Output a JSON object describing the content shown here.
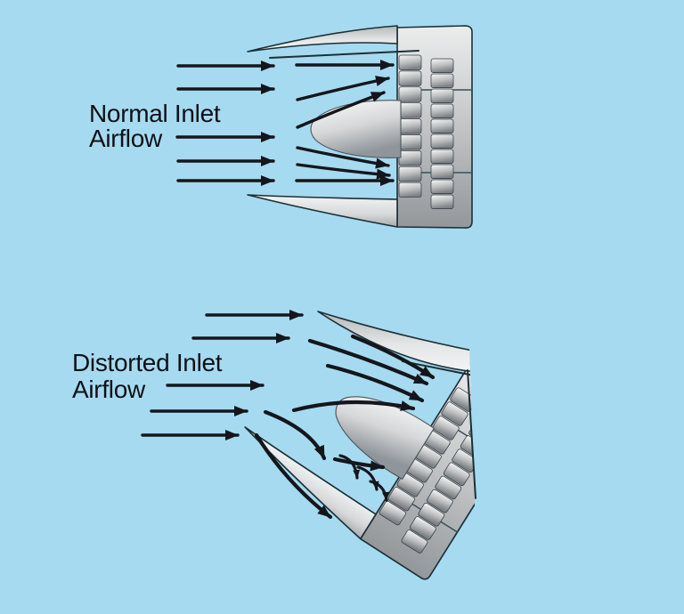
{
  "labels": {
    "normal": {
      "line1": "Normal Inlet",
      "line2": "Airflow"
    },
    "distorted": {
      "line1": "Distorted Inlet",
      "line2": "Airflow"
    }
  },
  "colors": {
    "background": "#a6daf0",
    "outline": "#1c3038",
    "arrow": "#14161c",
    "text": "#0e1116",
    "metal_light": "#f2f3f4",
    "metal_mid": "#c2c4c6",
    "metal_dark": "#989b9e"
  },
  "icons": {
    "airflow_arrow": "straight-black-arrow",
    "distorted_flow_arrow": "curved-black-arrow",
    "turbulence_arrow": "small-hooked-arrow"
  }
}
